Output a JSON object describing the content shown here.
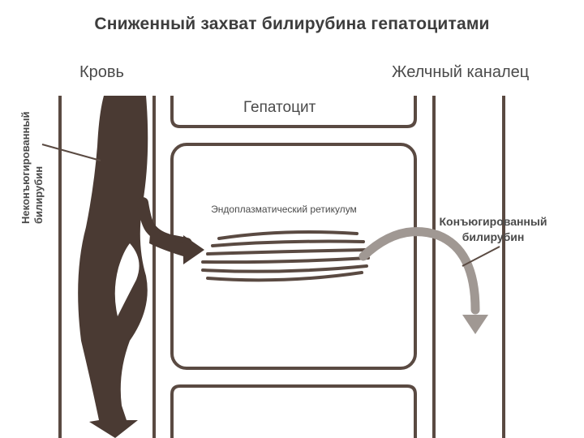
{
  "title": "Сниженный захват билирубина гепатоцитами",
  "labels": {
    "blood": "Кровь",
    "bile_canaliculus": "Желчный каналец",
    "hepatocyte": "Гепатоцит",
    "endoplasmic_reticulum": "Эндоплазматический ретикулум",
    "unconjugated_bilirubin": "Неконъюгированный билирубин",
    "conjugated_bilirubin": "Конъюгированный билирубин"
  },
  "colors": {
    "line": "#5a4a42",
    "blood_flow": "#4a3a33",
    "conjugated_arrow": "#a09893",
    "text": "#4a4a4a"
  }
}
